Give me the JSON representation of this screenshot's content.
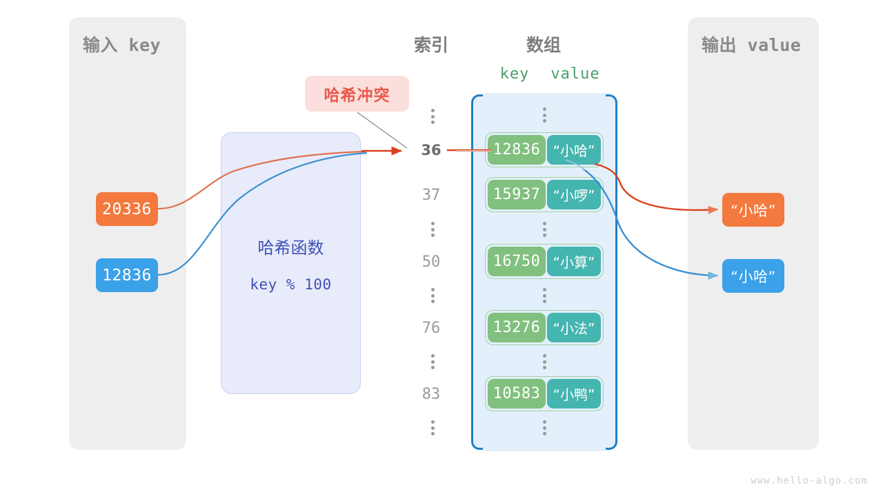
{
  "title": "哈希冲突示意图",
  "colors": {
    "panel_bg": "#eeeeee",
    "orange": "#f3793f",
    "blue": "#3ba1e8",
    "hash_box_bg": "#e8ebfa",
    "hash_text": "#3f51b5",
    "collision_bg": "#fbdfdc",
    "collision_text": "#e8594a",
    "array_bg": "#e3f0fb",
    "bracket": "#1f7fc4",
    "key_cell": "#81c07e",
    "value_cell": "#45b5b0",
    "index_text": "#9a9a9a",
    "index_highlight": "#6b6b6b",
    "kv_header": "#4a9e6a"
  },
  "input_panel": {
    "title": "输入 key",
    "keys": [
      {
        "label": "20336",
        "color": "orange"
      },
      {
        "label": "12836",
        "color": "blue"
      }
    ]
  },
  "hash_function": {
    "name": "哈希函数",
    "expression": "key % 100"
  },
  "collision_callout": {
    "label": "哈希冲突"
  },
  "headers": {
    "index": "索引",
    "array": "数组",
    "key": "key",
    "value": "value"
  },
  "index_column": [
    {
      "type": "dots",
      "label": "⋮"
    },
    {
      "type": "index",
      "label": "36",
      "highlight": true
    },
    {
      "type": "index",
      "label": "37",
      "highlight": false
    },
    {
      "type": "dots",
      "label": "⋮"
    },
    {
      "type": "index",
      "label": "50",
      "highlight": false
    },
    {
      "type": "dots",
      "label": "⋮"
    },
    {
      "type": "index",
      "label": "76",
      "highlight": false
    },
    {
      "type": "dots",
      "label": "⋮"
    },
    {
      "type": "index",
      "label": "83",
      "highlight": false
    },
    {
      "type": "dots",
      "label": "⋮"
    }
  ],
  "array_rows": [
    {
      "type": "dots"
    },
    {
      "type": "bucket",
      "key": "12836",
      "value": "“小哈”"
    },
    {
      "type": "bucket",
      "key": "15937",
      "value": "“小啰”"
    },
    {
      "type": "dots"
    },
    {
      "type": "bucket",
      "key": "16750",
      "value": "“小算”"
    },
    {
      "type": "dots"
    },
    {
      "type": "bucket",
      "key": "13276",
      "value": "“小法”"
    },
    {
      "type": "dots"
    },
    {
      "type": "bucket",
      "key": "10583",
      "value": "“小鸭”"
    },
    {
      "type": "dots"
    }
  ],
  "output_panel": {
    "title": "输出 value",
    "values": [
      {
        "label": "“小哈”",
        "color": "orange"
      },
      {
        "label": "“小哈”",
        "color": "blue"
      }
    ]
  },
  "watermark": "www.hello-algo.com"
}
